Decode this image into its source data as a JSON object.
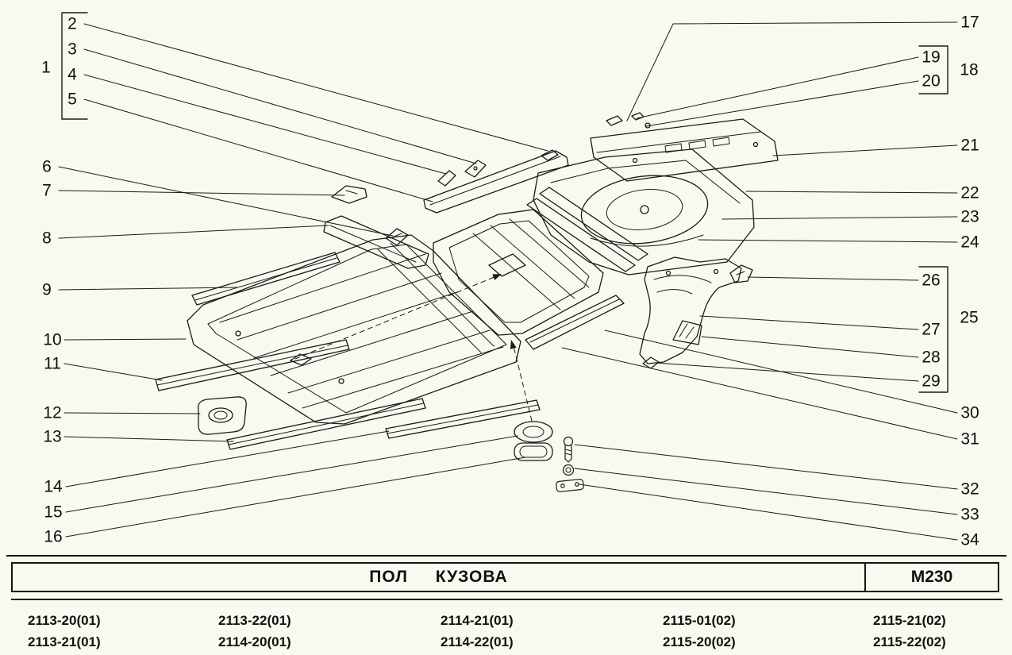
{
  "callouts": {
    "left": [
      "1",
      "2",
      "3",
      "4",
      "5",
      "6",
      "7",
      "8",
      "9",
      "10",
      "11",
      "12",
      "13",
      "14",
      "15",
      "16"
    ],
    "right": [
      "17",
      "18",
      "19",
      "20",
      "21",
      "22",
      "23",
      "24",
      "25",
      "26",
      "27",
      "28",
      "29",
      "30",
      "31",
      "32",
      "33",
      "34"
    ]
  },
  "title_block": {
    "title": "ПОЛ КУЗОВА",
    "code": "M230"
  },
  "models": {
    "row1": [
      "2113-20(01)",
      "2113-22(01)",
      "2114-21(01)",
      "2115-01(02)",
      "2115-21(02)"
    ],
    "row2": [
      "2113-21(01)",
      "2114-20(01)",
      "2114-22(01)",
      "2115-20(02)",
      "2115-22(02)"
    ]
  },
  "colors": {
    "paper": "#f8f9ef",
    "ink": "#151515"
  }
}
